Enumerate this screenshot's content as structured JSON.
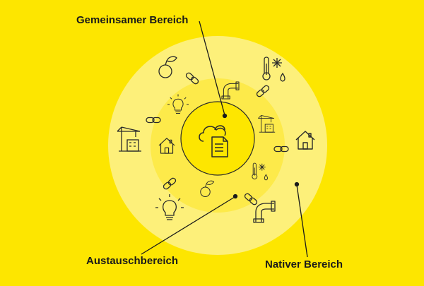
{
  "labels": {
    "common_area": "Gemeinsamer Bereich",
    "exchange_area": "Austauschbereich",
    "native_area": "Nativer Bereich"
  },
  "colors": {
    "background": "#fde600",
    "outer_ring": "#fdf07a",
    "middle_ring": "#fdea4a",
    "inner_circle": "#fde600",
    "lines": "#1a1a1a"
  },
  "icons": {
    "outer": [
      "leaf-fruit-icon",
      "thermometer-snowflake-drop-icon",
      "crane-building-icon",
      "house-icon",
      "lightbulb-icon",
      "pipe-icon"
    ],
    "middle": [
      "lightbulb-icon",
      "pipe-icon",
      "crane-building-icon",
      "house-icon",
      "thermometer-snowflake-drop-icon",
      "leaf-fruit-icon"
    ],
    "links": [
      "chain-link-icon"
    ],
    "center": [
      "cloud-document-icon"
    ]
  }
}
